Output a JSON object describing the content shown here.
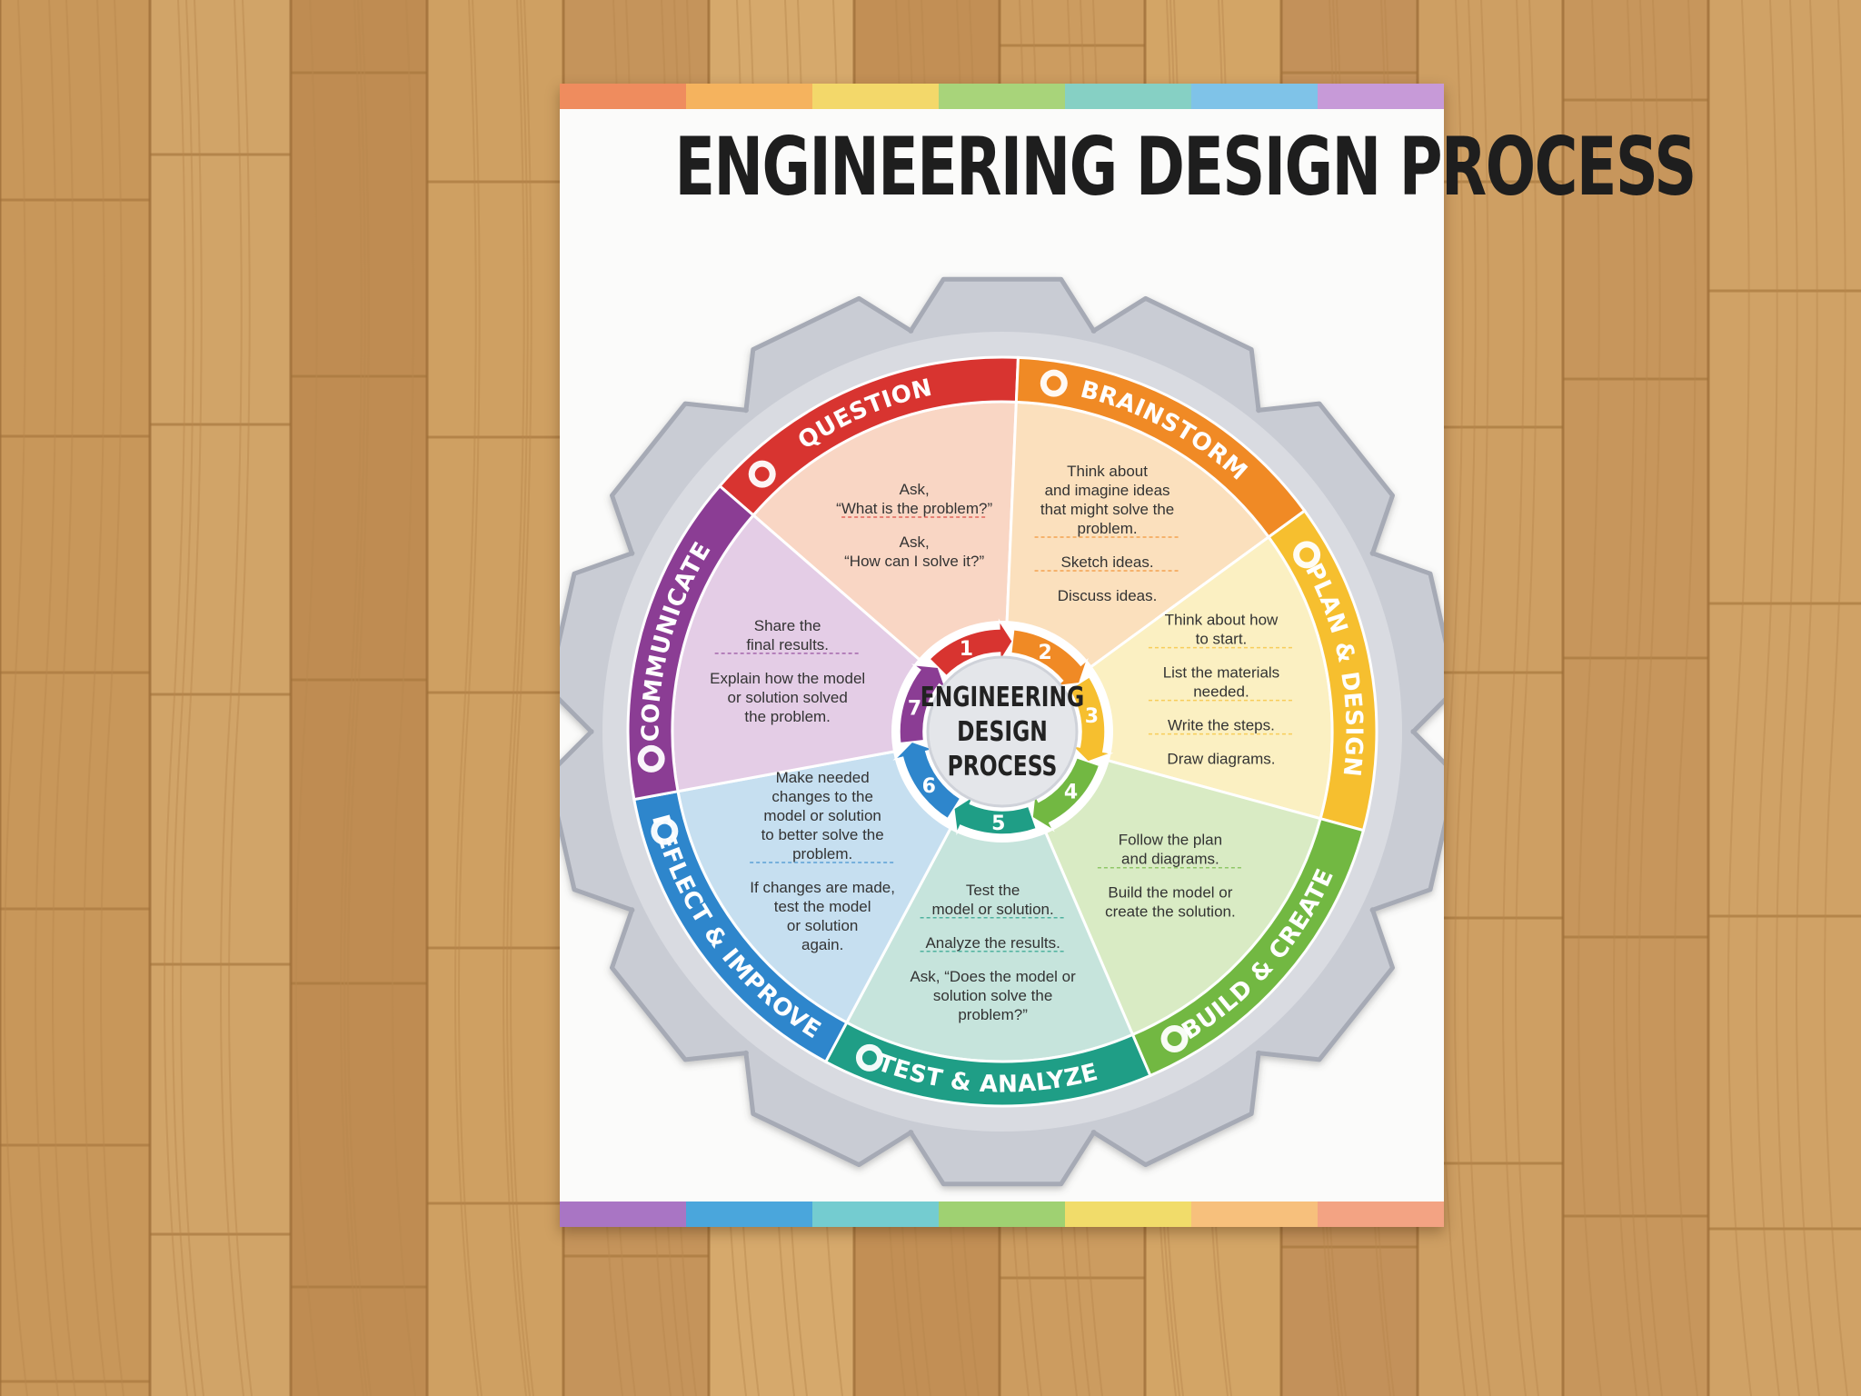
{
  "poster": {
    "title": "ENGINEERING DESIGN PROCESS",
    "top_strip": [
      "#ef8c5e",
      "#f5b35e",
      "#f3d86a",
      "#a8d47a",
      "#86d0c4",
      "#7fc3e8",
      "#c79ad8"
    ],
    "bottom_strip": [
      "#a975c4",
      "#4aa6dc",
      "#74ccd0",
      "#9fd172",
      "#f1dc6a",
      "#f7c07c",
      "#f3a383"
    ]
  },
  "diagram": {
    "center_label": [
      "ENGINEERING",
      "DESIGN",
      "PROCESS"
    ],
    "stages": [
      {
        "number": "1",
        "name": "QUESTION",
        "color": "#d83430",
        "fill": "#f9d6c4",
        "icon": "question-bubble-icon",
        "text_groups": [
          [
            "Ask,",
            "“What is the problem?”"
          ],
          [
            "Ask,",
            "“How can I solve it?”"
          ]
        ]
      },
      {
        "number": "2",
        "name": "BRAINSTORM",
        "color": "#f08a25",
        "fill": "#fbe0bd",
        "icon": "lightbulb-icon",
        "text_groups": [
          [
            "Think about",
            "and imagine ideas",
            "that might solve the",
            "problem."
          ],
          [
            "Sketch ideas."
          ],
          [
            "Discuss ideas."
          ]
        ]
      },
      {
        "number": "3",
        "name": "PLAN & DESIGN",
        "color": "#f6bf2f",
        "fill": "#fbf0c2",
        "icon": "pencil-ruler-icon",
        "text_groups": [
          [
            "Think about how",
            "to start."
          ],
          [
            "List the materials",
            "needed."
          ],
          [
            "Write the steps."
          ],
          [
            "Draw diagrams."
          ]
        ]
      },
      {
        "number": "4",
        "name": "BUILD & CREATE",
        "color": "#72b842",
        "fill": "#d9ebc4",
        "icon": "puzzle-piece-icon",
        "text_groups": [
          [
            "Follow the plan",
            "and diagrams."
          ],
          [
            "Build the model or",
            "create the solution."
          ]
        ]
      },
      {
        "number": "5",
        "name": "TEST & ANALYZE",
        "color": "#1f9e86",
        "fill": "#c6e4dc",
        "icon": "magnifier-check-icon",
        "text_groups": [
          [
            "Test the",
            "model or solution."
          ],
          [
            "Analyze the results."
          ],
          [
            "Ask, “Does the model or",
            "solution solve the",
            "problem?”"
          ]
        ]
      },
      {
        "number": "6",
        "name": "REFLECT & IMPROVE",
        "color": "#2e86cc",
        "fill": "#c6dff0",
        "icon": "wrench-icon",
        "text_groups": [
          [
            "Make needed",
            "changes to the",
            "model or solution",
            "to better solve the",
            "problem."
          ],
          [
            "If changes are made,",
            "test the model",
            "or solution",
            "again."
          ]
        ]
      },
      {
        "number": "7",
        "name": "COMMUNICATE",
        "color": "#8b3d94",
        "fill": "#e4cde6",
        "icon": "apple-icon",
        "text_groups": [
          [
            "Share the",
            "final results."
          ],
          [
            "Explain how the model",
            "or solution solved",
            "the problem."
          ]
        ]
      }
    ]
  }
}
